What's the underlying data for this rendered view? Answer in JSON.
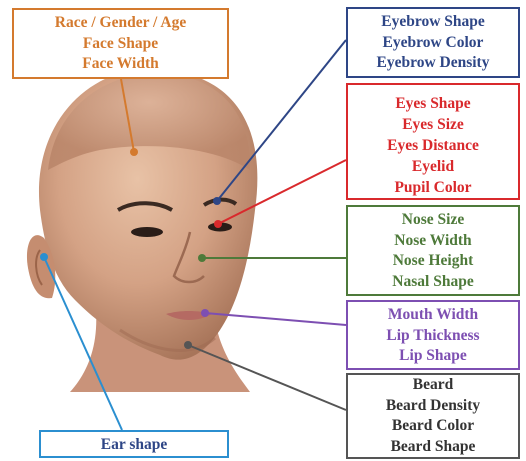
{
  "boxes": {
    "demographics": {
      "lines": [
        "Race / Gender / Age",
        "Face Shape",
        "Face Width"
      ],
      "color": "#d47a2e"
    },
    "eyebrow": {
      "lines": [
        "Eyebrow Shape",
        "Eyebrow Color",
        "Eyebrow Density"
      ],
      "color": "#2e4686"
    },
    "eyes": {
      "lines": [
        "Eyes Shape",
        "Eyes Size",
        "Eyes Distance",
        "Eyelid",
        "Pupil Color"
      ],
      "color": "#d9292c"
    },
    "nose": {
      "lines": [
        "Nose Size",
        "Nose Width",
        "Nose Height",
        "Nasal Shape"
      ],
      "color": "#4e7a3a"
    },
    "mouth": {
      "lines": [
        "Mouth Width",
        "Lip Thickness",
        "Lip Shape"
      ],
      "color": "#7d4fb2"
    },
    "beard": {
      "lines": [
        "Beard",
        "Beard Density",
        "Beard Color",
        "Beard Shape"
      ],
      "color": "#555555"
    },
    "ear": {
      "lines": [
        "Ear shape"
      ],
      "color": "#2b8fd0"
    }
  }
}
